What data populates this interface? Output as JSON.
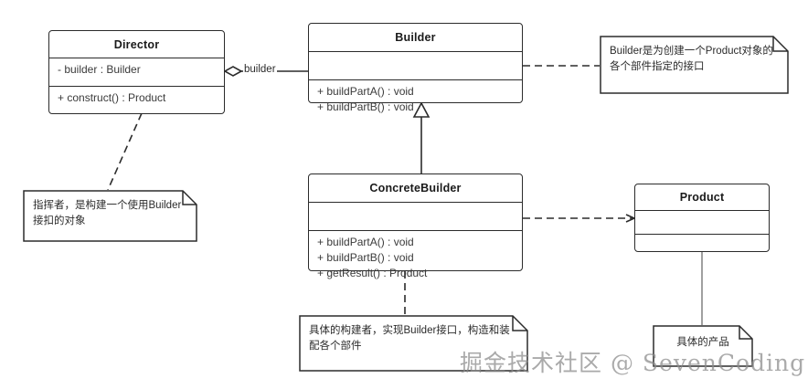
{
  "diagram": {
    "title": "Builder Pattern UML Class Diagram",
    "stroke_color": "#2b2b2b",
    "text_color": "#3a3a3a",
    "background": "#ffffff"
  },
  "classes": [
    {
      "id": "director",
      "name": "Director",
      "attributes": [
        "- builder : Builder"
      ],
      "operations": [
        "+ construct()  : Product"
      ]
    },
    {
      "id": "builder",
      "name": "Builder",
      "attributes": [],
      "operations": [
        "+ buildPartA() : void",
        "+ buildPartB() : void"
      ]
    },
    {
      "id": "concrete_builder",
      "name": "ConcreteBuilder",
      "attributes": [],
      "operations": [
        "+ buildPartA() : void",
        "+ buildPartB() : void",
        "+ getResult() : Product"
      ]
    },
    {
      "id": "product",
      "name": "Product",
      "attributes": [],
      "operations": []
    }
  ],
  "notes": [
    {
      "id": "note_builder",
      "text": "Builder是为创建一个Product对象的各个部件指定的接口"
    },
    {
      "id": "note_director",
      "text": "指挥者，是构建一个使用Builder接扣的对象"
    },
    {
      "id": "note_concrete_builder",
      "text": "具体的构建者，实现Builder接口，构造和装配各个部件"
    },
    {
      "id": "note_product",
      "text": "具体的产品"
    }
  ],
  "relationships": [
    {
      "id": "aggregation_director_builder",
      "type": "aggregation",
      "from": "director",
      "to": "builder",
      "label": "builder"
    },
    {
      "id": "inheritance_concretebuilder_builder",
      "type": "generalization",
      "from": "concrete_builder",
      "to": "builder",
      "label": ""
    },
    {
      "id": "dependency_concretebuilder_product",
      "type": "dependency",
      "from": "concrete_builder",
      "to": "product",
      "label": ""
    }
  ],
  "watermark": {
    "text": "掘金技术社区 @ SevenCoding"
  }
}
